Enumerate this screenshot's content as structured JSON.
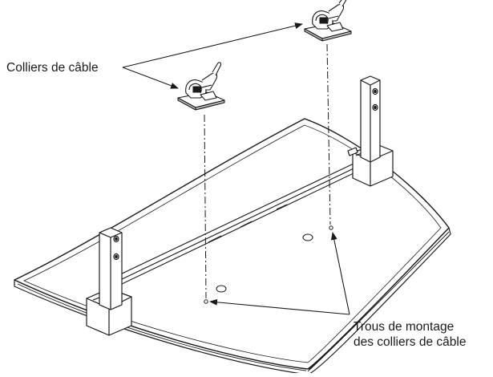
{
  "labels": {
    "cable_clips": "Colliers de câble",
    "mounting_holes_line1": "Trous de montage",
    "mounting_holes_line2": "des colliers de câble"
  },
  "colors": {
    "line": "#1a1a1a",
    "fill": "#ffffff",
    "shade": "#bdbdbd"
  }
}
